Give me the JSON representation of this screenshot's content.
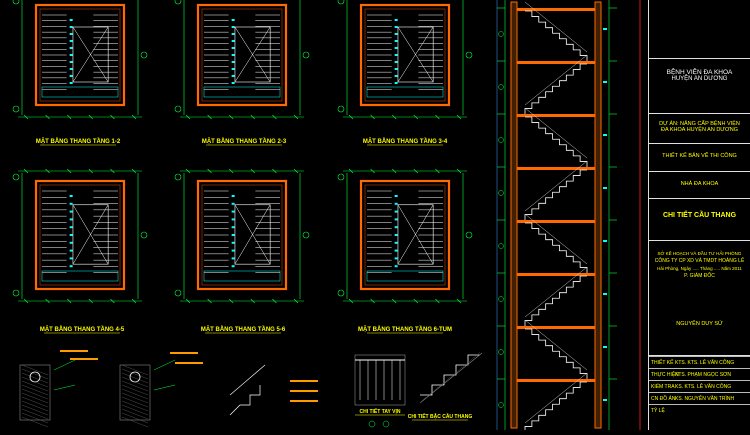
{
  "plans": [
    {
      "id": "p12",
      "title": "MẶT BẰNG THANG TẦNG 1-2"
    },
    {
      "id": "p23",
      "title": "MẶT BẰNG THANG TẦNG 2-3"
    },
    {
      "id": "p34",
      "title": "MẶT BẰNG THANG TẦNG 3-4"
    },
    {
      "id": "p45",
      "title": "MẶT BẰNG THANG TẦNG 4-5"
    },
    {
      "id": "p56",
      "title": "MẶT BẰNG THANG TẦNG 5-6"
    },
    {
      "id": "p6t",
      "title": "MẶT BẰNG THANG TẦNG 6-TUM"
    }
  ],
  "details": {
    "handrail": "CHI TIẾT TAY VỊN",
    "stair_step": "CHI TIẾT BẬC CẦU THANG"
  },
  "title_block": {
    "client_line1": "BỆNH VIỆN ĐA KHOA",
    "client_line2": "HUYỆN AN DƯƠNG",
    "project_line1": "DỰ ÁN: NÂNG CẤP BỆNH VIỆN",
    "project_line2": "ĐA KHOA HUYỆN AN DƯƠNG",
    "phase": "THIẾT KẾ BẢN VẼ THI CÔNG",
    "building": "NHÀ ĐA KHOA",
    "drawing_title": "CHI TIẾT CẦU THANG",
    "firm_line1": "SỞ KẾ HOẠCH VÀ ĐẦU TƯ HẢI PHÒNG",
    "firm_line2": "CÔNG TY CP XD VÀ TMDT HOÀNG LÊ",
    "date_line": "Hải Phòng, Ngày ..... Tháng ..... Năm 2011",
    "director_title": "P. GIÁM ĐỐC",
    "director_name": "NGUYỄN DUY SỬ",
    "signatories": [
      {
        "role": "THIẾT KẾ",
        "name": "KTS. KTS. LÊ VĂN CÔNG"
      },
      {
        "role": "THỰC HIỆN",
        "name": "KTS. PHẠM NGỌC SƠN"
      },
      {
        "role": "KIỂM TRA",
        "name": "KS. KTS. LÊ VĂN CÔNG"
      },
      {
        "role": "CN ĐỒ ÁN",
        "name": "KS. NGUYỄN VĂN TRÌNH"
      },
      {
        "role": "TỶ LỆ",
        "name": ""
      }
    ]
  },
  "colors": {
    "background": "#000000",
    "wall": "#ff6a00",
    "dimension": "#00ff3c",
    "text": "#ffffff",
    "stair": "#00ffff",
    "title_yellow": "#ffff00"
  }
}
